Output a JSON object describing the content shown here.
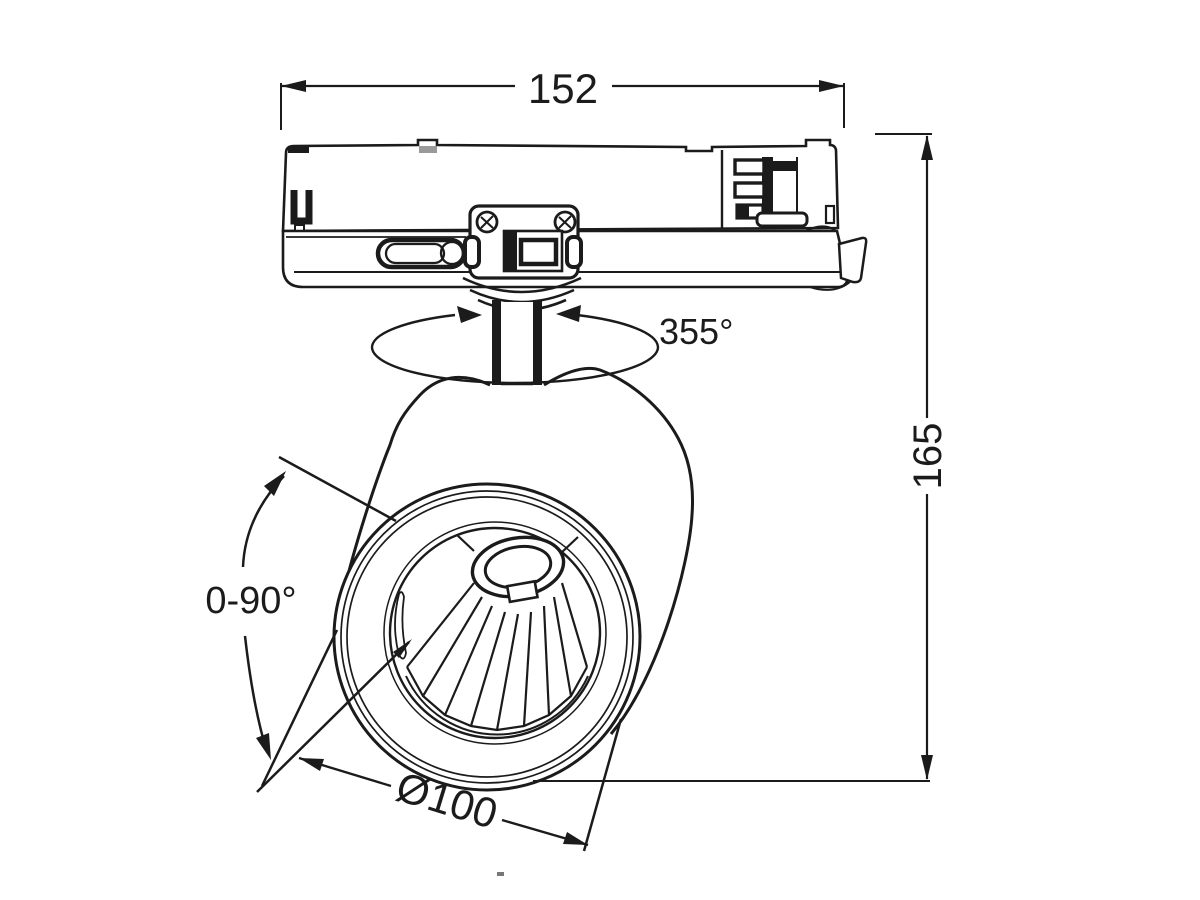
{
  "drawing": {
    "type": "technical-dimension-drawing",
    "subject": "track-light-spotlight",
    "line_color": "#1b1b1b",
    "background_color": "#ffffff",
    "labels": {
      "width": "152",
      "height": "165",
      "rotation": "355°",
      "tilt": "0-90°",
      "diameter": "Ø100"
    }
  }
}
